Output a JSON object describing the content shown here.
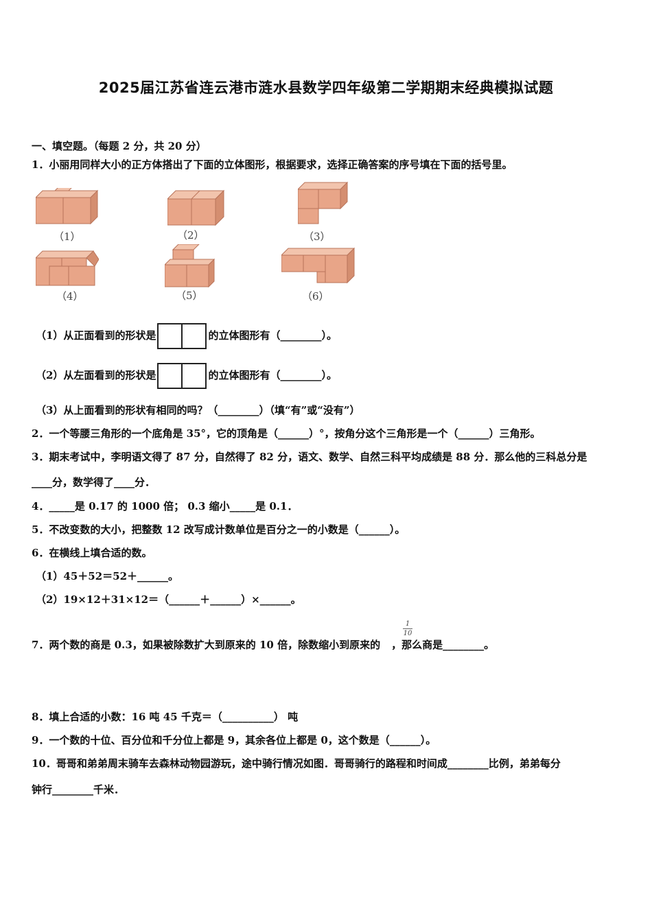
{
  "title": "2025届江苏省连云港市涟水县数学四年级第二学期期末经典模拟试题",
  "section1": "一、填空题。（每题 2 分，共 20 分）",
  "q1": {
    "stem": "1．小丽用同样大小的正方体搭出了下面的立体图形，根据要求，选择正确答案的序号填在下面的括号里。",
    "captions": [
      "（1）",
      "（2）",
      "（3）",
      "（4）",
      "（5）",
      "（6）"
    ],
    "sub1_a": "（1）从正面看到的形状是",
    "sub1_b": "的立体图形有（________）。",
    "sub2_a": "（2）从左面看到的形状是",
    "sub2_b": "的立体图形有（________）。",
    "sub3": "（3）从上面看到的形状有相同的吗？（________）（填“有”或“没有”）"
  },
  "q2": "2．一个等腰三角形的一个底角是 35°，它的顶角是（______）°，按角分这个三角形是一个（______）三角形。",
  "q3_line1": "3．期末考试中，李明语文得了 87 分，自然得了 82 分，语文、数学、自然三科平均成绩是 88 分．那么他的三科总分是",
  "q3_line2": "____分，数学得了____分．",
  "q4": "4．_____是 0.17 的 1000 倍； 0.3 缩小_____是 0.1．",
  "q5": "5．不改变数的大小，把整数 12 改写成计数单位是百分之一的小数是（______）。",
  "q6": "6．在横线上填合适的数。",
  "q6_1": "（1）45＋52＝52＋______。",
  "q6_2": "（2）19×12＋31×12＝（______＋______）×______。",
  "q7_a": "7．两个数的商是 0.3，如果被除数扩大到原来的 10 倍，除数缩小到原来的",
  "q7_frac_num": "1",
  "q7_frac_den": "10",
  "q7_b": "，那么商是________。",
  "q8": "8．填上合适的小数：16 吨 45 千克＝（__________） 吨",
  "q9": "9．一个数的十位、百分位和千分位上都是 9，其余各位上都是 0，这个数是（______）。",
  "q10_line1": "10．哥哥和弟弟周末骑车去森林动物园游玩，途中骑行情况如图．哥哥骑行的路程和时间成________比例，弟弟每分",
  "q10_line2": "钟行________千米．",
  "colors": {
    "cube_front": "#e8a588",
    "cube_top": "#f2c4ad",
    "cube_side": "#d48e70",
    "cube_edge": "#b9745a"
  }
}
